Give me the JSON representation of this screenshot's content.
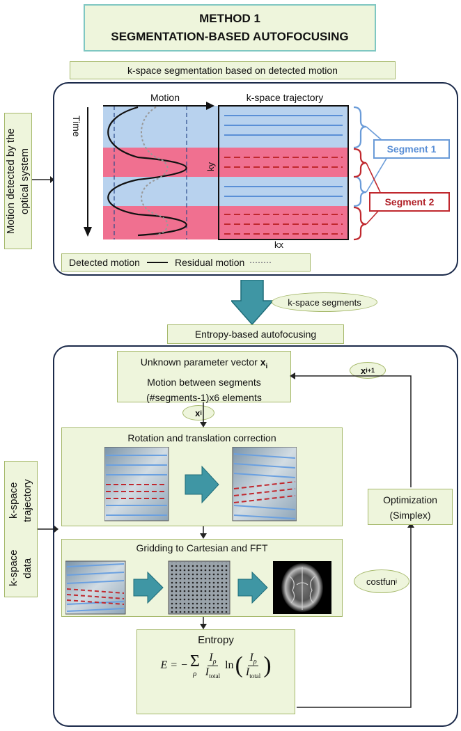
{
  "title": {
    "line1": "METHOD 1",
    "line2": "SEGMENTATION-BASED AUTOFOCUSING"
  },
  "top_section": {
    "header": "k-space segmentation based on detected motion",
    "side_label": "Motion detected by the optical system",
    "motion_label": "Motion",
    "time_label": "Time",
    "trajectory_label": "k-space trajectory",
    "ky": "ky",
    "kx": "kx",
    "segment1": "Segment 1",
    "segment2": "Segment 2",
    "legend_detected": "Detected motion",
    "legend_residual": "Residual motion",
    "colors": {
      "segment1": "#6a9bd8",
      "segment2": "#c0282e",
      "band_pink": "#f07090",
      "band_blue": "#b8d2ee"
    }
  },
  "transition": {
    "label": "k-space segments"
  },
  "bottom_section": {
    "header": "Entropy-based autofocusing",
    "side_label_line1": "k-space data",
    "side_label_line2": "k-space trajectory",
    "param_box": {
      "line1": "Unknown parameter vector",
      "var": "x",
      "sub": "i",
      "line2": "Motion between segments",
      "line3": "(#segments-1)x6 elements"
    },
    "xi": {
      "var": "x",
      "sub": "i"
    },
    "xi1": {
      "var": "x",
      "sub": "i+1"
    },
    "rotation_label": "Rotation and translation correction",
    "gridding_label": "Gridding to Cartesian and FFT",
    "optimization_line1": "Optimization",
    "optimization_line2": "(Simplex)",
    "costfun": {
      "text": "costfun",
      "sub": "i"
    },
    "entropy_label": "Entropy",
    "entropy_formula": {
      "lhs": "E = −",
      "sum": "Σ",
      "sum_sub": "ρ",
      "num": "I",
      "num_sub": "ρ",
      "den": "I",
      "den_sub": "total",
      "ln": "ln"
    }
  }
}
